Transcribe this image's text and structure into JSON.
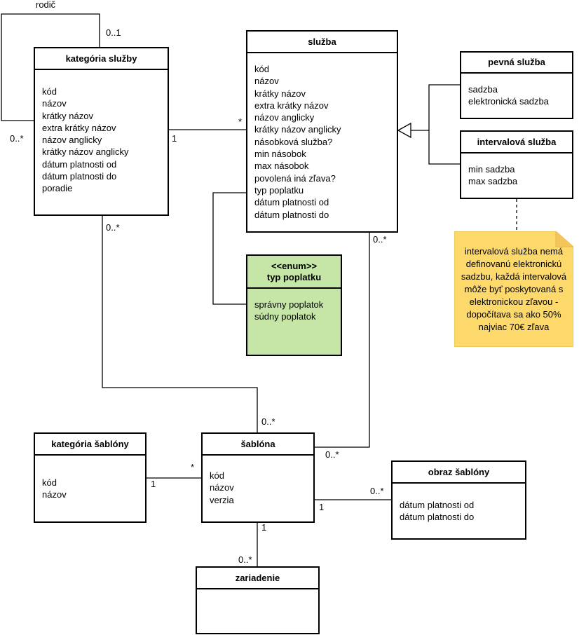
{
  "classes": {
    "kategoria_sluzby": {
      "title": "kategória služby",
      "attributes": [
        "kód",
        "názov",
        "krátky názov",
        "extra krátky názov",
        "názov anglicky",
        "krátky názov anglicky",
        "dátum platnosti od",
        "dátum platnosti do",
        "poradie"
      ]
    },
    "sluzba": {
      "title": "služba",
      "attributes": [
        "kód",
        "názov",
        "krátky názov",
        "extra krátky názov",
        "názov anglicky",
        "krátky názov anglicky",
        "násobková služba?",
        "min násobok",
        "max násobok",
        "povolená iná zľava?",
        "typ poplatku",
        "dátum platnosti od",
        "dátum platnosti do"
      ]
    },
    "pevna_sluzba": {
      "title": "pevná služba",
      "attributes": [
        "sadzba",
        "elektronická sadzba"
      ]
    },
    "intervalova_sluzba": {
      "title": "intervalová služba",
      "attributes": [
        "min sadzba",
        "max sadzba"
      ]
    },
    "typ_poplatku": {
      "stereotype": "<<enum>>",
      "title": "typ poplatku",
      "attributes": [
        "správny poplatok",
        "súdny poplatok"
      ]
    },
    "kategoria_sablony": {
      "title": "kategória šablóny",
      "attributes": [
        "kód",
        "názov"
      ]
    },
    "sablona": {
      "title": "šablóna",
      "attributes": [
        "kód",
        "názov",
        "verzia"
      ]
    },
    "obraz_sablony": {
      "title": "obraz šablóny",
      "attributes": [
        "dátum platnosti od",
        "dátum platnosti do"
      ]
    },
    "zariadenie": {
      "title": "zariadenie",
      "attributes": []
    }
  },
  "note": {
    "lines": [
      "intervalová služba nemá",
      "definovanú elektronickú",
      "sadzbu, každá intervalová",
      "môže byť poskytovaná s",
      "elektronickou zľavou -",
      "dopočítava sa ako 50%",
      "najviac 70€ zľava"
    ],
    "color": "#fdd86a"
  },
  "labels": {
    "self_role": "rodič",
    "self_parent_mult": "0..1",
    "self_child_mult": "0..*",
    "kat_sluzba_1": "1",
    "kat_sluzba_many": "*",
    "kat_sablona_many": "0..*",
    "sablona_from_kat": "0..*",
    "sluzba_to_sablona": "0..*",
    "sablona_to_sluzba": "0..*",
    "katsab_one": "1",
    "katsab_many": "*",
    "sablona_obraz_one": "1",
    "sablona_obraz_many": "0..*",
    "sablona_zar_one": "1",
    "sablona_zar_many": "0..*"
  },
  "colors": {
    "enum_fill": "#c5e6a6",
    "note_fill": "#fdd86a",
    "line": "#000000"
  }
}
